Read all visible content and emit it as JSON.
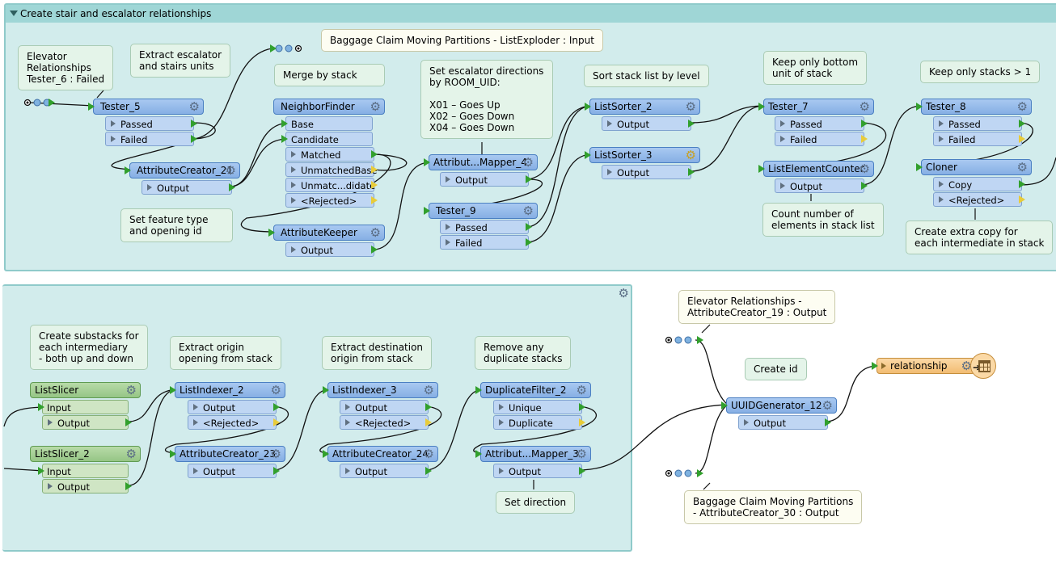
{
  "bookmark1": {
    "title": "Create stair and escalator relationships"
  },
  "notes": {
    "n1": "Elevator\nRelationships\nTester_6 : Failed",
    "n2": "Extract escalator\nand stairs units",
    "n3": "Baggage Claim Moving Partitions - ListExploder : Input",
    "n4": "Merge by stack",
    "n5": "Set escalator directions\nby ROOM_UID:\n\nX01 – Goes Up\nX02 – Goes Down\nX04 – Goes Down",
    "n6": "Sort stack list by level",
    "n7": "Keep only bottom\nunit of stack",
    "n8": "Keep only stacks > 1",
    "n9": "Set feature type\nand opening id",
    "n10": "Count number of\nelements in stack list",
    "n11": "Create extra copy for\neach intermediate in stack",
    "n12": "Create substacks for\neach intermediary\n- both up and down",
    "n13": "Extract origin\nopening from stack",
    "n14": "Extract destination\norigin from stack",
    "n15": "Remove any\nduplicate stacks",
    "n16": "Set direction",
    "n17": "Elevator Relationships -\nAttributeCreator_19 : Output",
    "n18": "Create id",
    "n19": "Baggage Claim Moving Partitions\n- AttributeCreator_30 : Output"
  },
  "transformers": {
    "tester5": {
      "name": "Tester_5",
      "ports": [
        "Passed",
        "Failed"
      ]
    },
    "attrcreator21": {
      "name": "AttributeCreator_21",
      "ports": [
        "Output"
      ]
    },
    "neighborfinder": {
      "name": "NeighborFinder",
      "inputs": [
        "Base",
        "Candidate"
      ],
      "ports": [
        "Matched",
        "UnmatchedBase",
        "Unmatc...didate",
        "<Rejected>"
      ]
    },
    "attrkeeper": {
      "name": "AttributeKeeper",
      "ports": [
        "Output"
      ]
    },
    "attrmapper4": {
      "name": "Attribut...Mapper_4",
      "ports": [
        "Output"
      ]
    },
    "tester9": {
      "name": "Tester_9",
      "ports": [
        "Passed",
        "Failed"
      ]
    },
    "listsorter2": {
      "name": "ListSorter_2",
      "ports": [
        "Output"
      ]
    },
    "listsorter3": {
      "name": "ListSorter_3",
      "ports": [
        "Output"
      ]
    },
    "tester7": {
      "name": "Tester_7",
      "ports": [
        "Passed",
        "Failed"
      ]
    },
    "listelementcounter": {
      "name": "ListElementCounter",
      "ports": [
        "Output"
      ]
    },
    "tester8": {
      "name": "Tester_8",
      "ports": [
        "Passed",
        "Failed"
      ]
    },
    "cloner": {
      "name": "Cloner",
      "ports": [
        "Copy",
        "<Rejected>"
      ]
    },
    "listslicer": {
      "name": "ListSlicer",
      "inputs": [
        "Input"
      ],
      "ports": [
        "Output"
      ]
    },
    "listslicer2": {
      "name": "ListSlicer_2",
      "inputs": [
        "Input"
      ],
      "ports": [
        "Output"
      ]
    },
    "listindexer2": {
      "name": "ListIndexer_2",
      "ports": [
        "Output",
        "<Rejected>"
      ]
    },
    "attrcreator23": {
      "name": "AttributeCreator_23",
      "ports": [
        "Output"
      ]
    },
    "listindexer3": {
      "name": "ListIndexer_3",
      "ports": [
        "Output",
        "<Rejected>"
      ]
    },
    "attrcreator24": {
      "name": "AttributeCreator_24",
      "ports": [
        "Output"
      ]
    },
    "duplicatefilter2": {
      "name": "DuplicateFilter_2",
      "ports": [
        "Unique",
        "Duplicate"
      ]
    },
    "attrmapper3": {
      "name": "Attribut...Mapper_3",
      "ports": [
        "Output"
      ]
    },
    "uuidgen12": {
      "name": "UUIDGenerator_12",
      "ports": [
        "Output"
      ]
    },
    "relationship": {
      "name": "relationship"
    }
  },
  "icons": {
    "gear": "gear-icon",
    "collapse": "collapse-triangle-icon",
    "port": "port-triangle-icon",
    "writer": "table-writer-icon"
  },
  "colors": {
    "bookmark_bg": "#d2ecec",
    "bookmark_header": "#9fd6d6",
    "transformer": "#96bbeb",
    "slicer": "#a6d196",
    "writer": "#f5c98b",
    "port_green": "#32a02d",
    "port_yellow": "#e8cc3a"
  }
}
